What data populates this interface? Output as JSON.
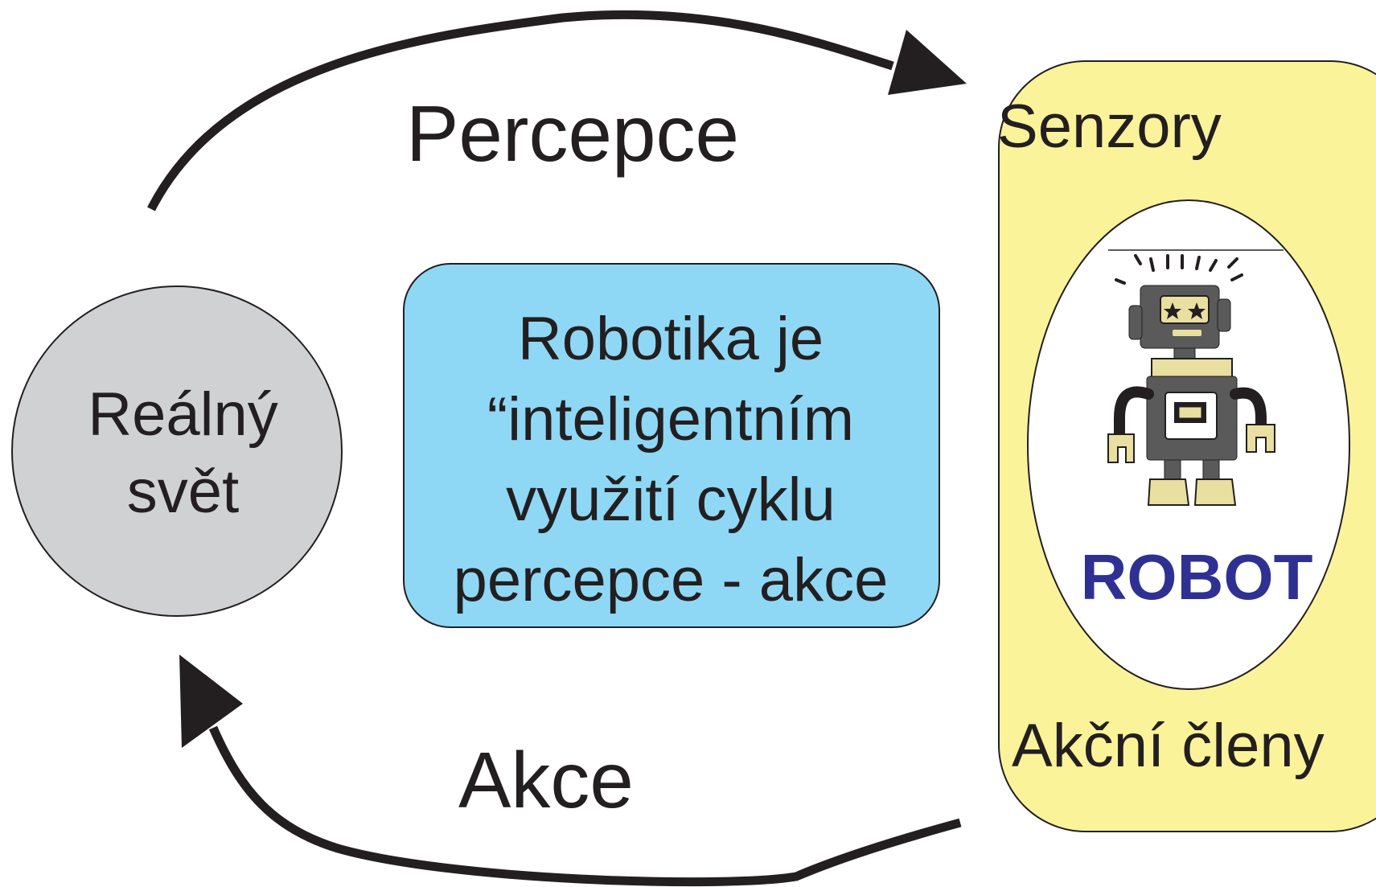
{
  "colors": {
    "stroke": "#231f20",
    "world_fill": "#d0d1d3",
    "center_fill": "#8fd8f5",
    "robot_panel_fill": "#fbf39a",
    "robot_ellipse_fill": "#ffffff",
    "robot_label_color": "#2e3192",
    "robot_body": "#5a5a5a",
    "robot_accent": "#e8dfa0"
  },
  "world": {
    "line1": "Reálný",
    "line2": "svět"
  },
  "center": {
    "line1": "Robotika je",
    "line2": "“inteligentním",
    "line3": "využití cyklu",
    "line4": "percepce - akce"
  },
  "arrows": {
    "top_label": "Percepce",
    "bottom_label": "Akce"
  },
  "robot_panel": {
    "sensors": "Senzory",
    "actuators": "Akční členy",
    "robot": "ROBOT",
    "image": "robot-cartoon-illustration"
  }
}
